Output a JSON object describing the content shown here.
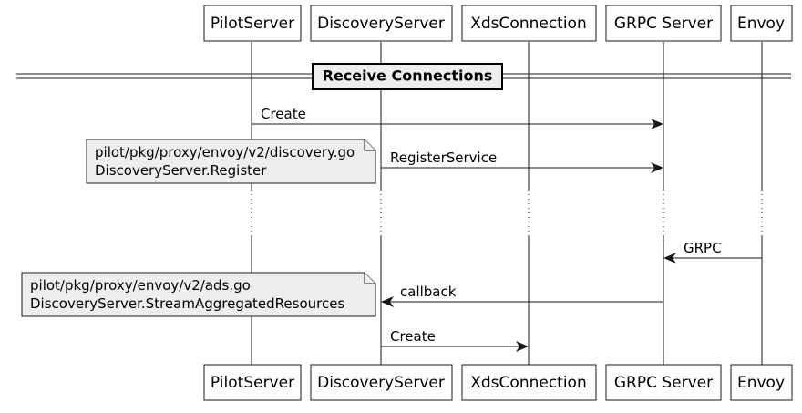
{
  "participants": [
    {
      "id": "pilot",
      "label": "PilotServer"
    },
    {
      "id": "discovery",
      "label": "DiscoveryServer"
    },
    {
      "id": "xds",
      "label": "XdsConnection"
    },
    {
      "id": "grpc",
      "label": "GRPC Server"
    },
    {
      "id": "envoy",
      "label": "Envoy"
    }
  ],
  "divider": {
    "label": "Receive Connections"
  },
  "messages": [
    {
      "id": "create-grpc",
      "from": "pilot",
      "to": "grpc",
      "label": "Create"
    },
    {
      "id": "register-service",
      "from": "discovery",
      "to": "grpc",
      "label": "RegisterService"
    },
    {
      "id": "grpc-call",
      "from": "envoy",
      "to": "grpc",
      "label": "GRPC"
    },
    {
      "id": "callback",
      "from": "grpc",
      "to": "discovery",
      "label": "callback"
    },
    {
      "id": "create-xds",
      "from": "discovery",
      "to": "xds",
      "label": "Create"
    }
  ],
  "notes": [
    {
      "id": "note-register",
      "lines": [
        "pilot/pkg/proxy/envoy/v2/discovery.go",
        "DiscoveryServer.Register"
      ]
    },
    {
      "id": "note-stream",
      "lines": [
        "pilot/pkg/proxy/envoy/v2/ads.go",
        "DiscoveryServer.StreamAggregatedResources"
      ]
    }
  ]
}
